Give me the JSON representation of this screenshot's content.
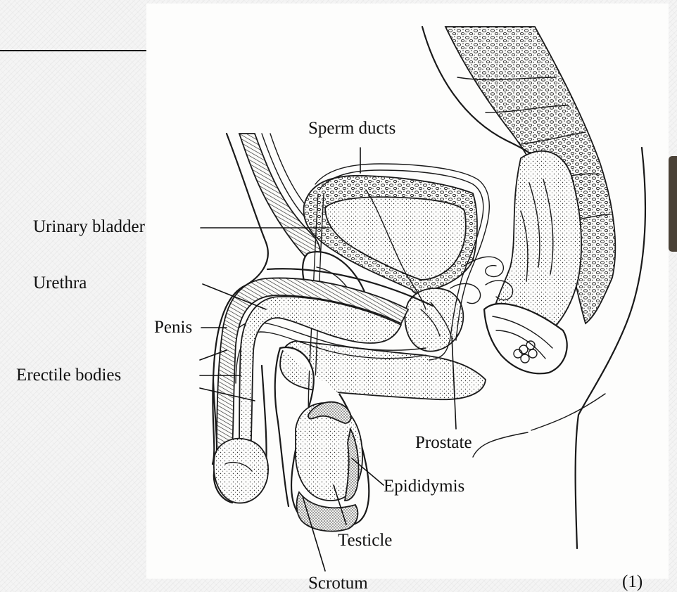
{
  "labels": {
    "sperm_ducts": "Sperm ducts",
    "urinary_bladder": "Urinary bladder",
    "urethra": "Urethra",
    "penis": "Penis",
    "erectile_bodies": "Erectile bodies",
    "prostate": "Prostate",
    "epididymis": "Epididymis",
    "testicle": "Testicle",
    "scrotum": "Scrotum"
  },
  "figure_number": "(1)"
}
